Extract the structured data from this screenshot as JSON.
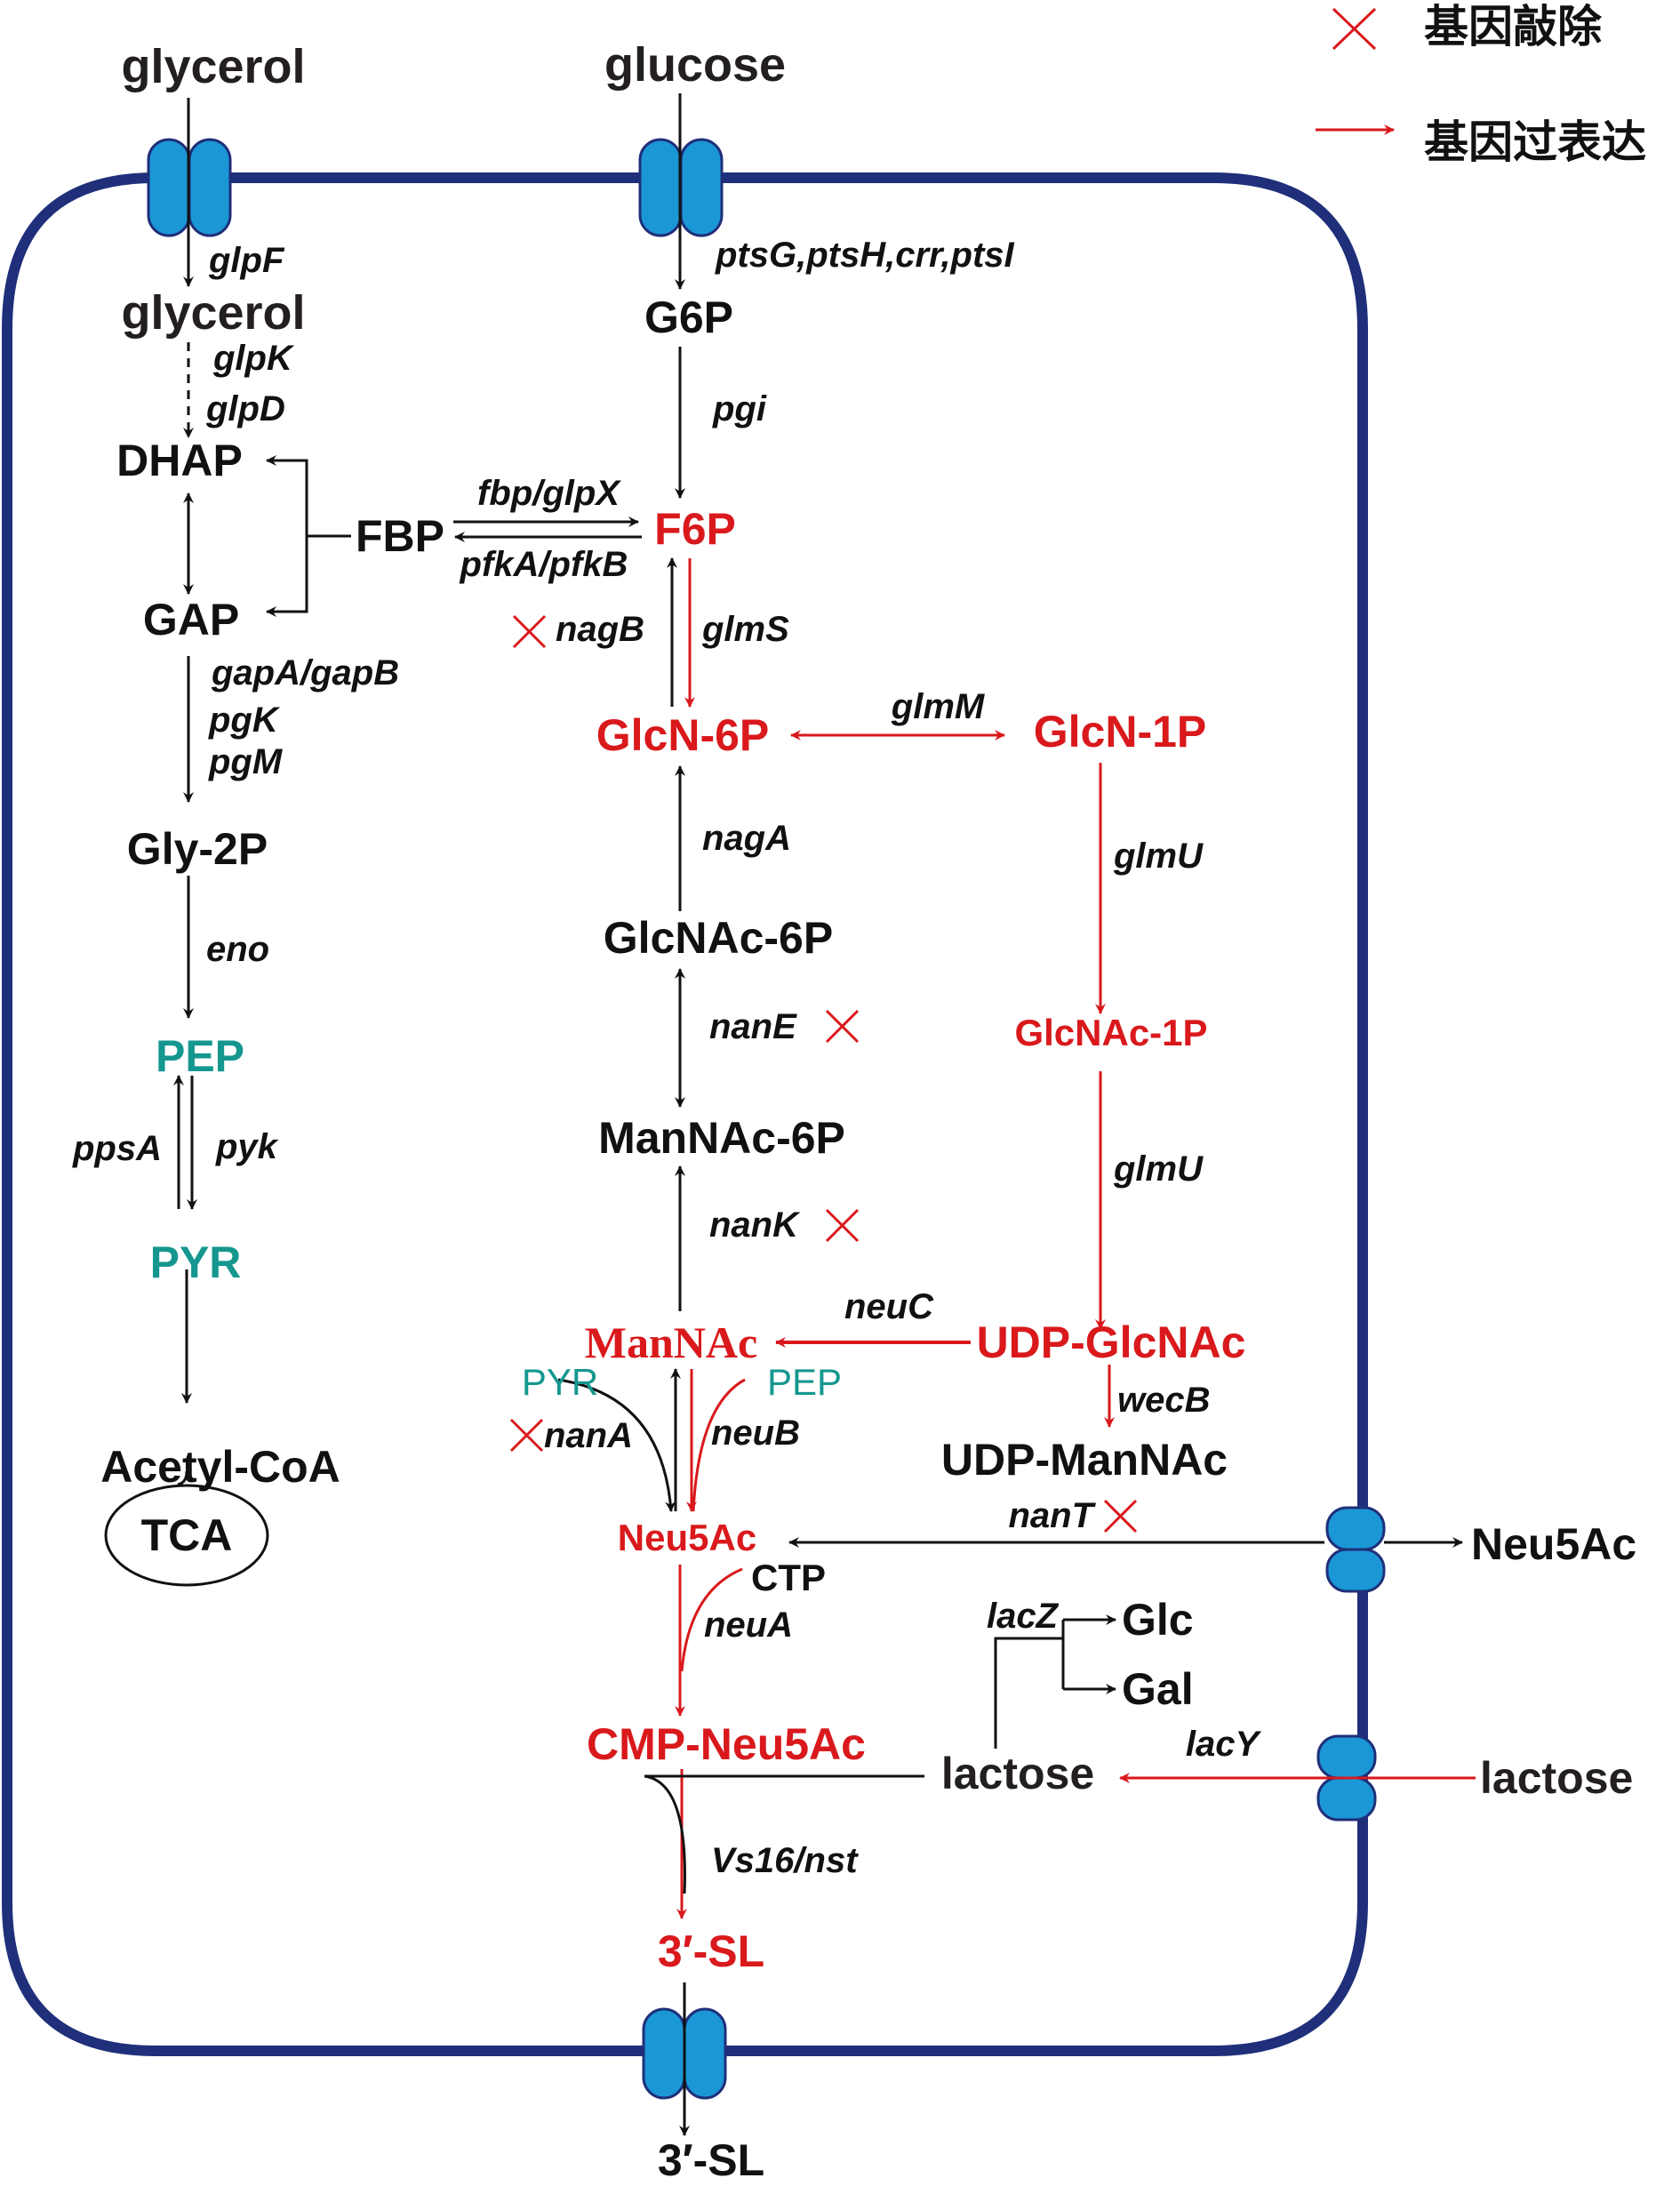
{
  "legend": {
    "knockout_label": "基因敲除",
    "overexpression_label": "基因过表达",
    "knockout_icon": "red-x-icon",
    "overexpression_icon": "red-arrow-icon"
  },
  "colors": {
    "membrane": "#1f2f7a",
    "channel_fill": "#1b97d6",
    "overexpressed": "#d9191c",
    "cofactor": "#15978f",
    "default": "#111111"
  },
  "external": {
    "glycerol": "glycerol",
    "glucose": "glucose",
    "neu5ac_out": "Neu5Ac",
    "lactose_out": "lactose",
    "sl_out": "3′-SL"
  },
  "metabolites": {
    "glycerol_in": "glycerol",
    "g6p": "G6P",
    "dhap": "DHAP",
    "fbp": "FBP",
    "f6p": "F6P",
    "gap": "GAP",
    "glcn6p": "GlcN-6P",
    "glcn1p": "GlcN-1P",
    "gly2p": "Gly-2P",
    "glcnac6p": "GlcNAc-6P",
    "glcnac1p": "GlcNAc-1P",
    "pep": "PEP",
    "mannac6p": "ManNAc-6P",
    "pyr": "PYR",
    "mannac": "ManNAc",
    "udp_glcnac": "UDP-GlcNAc",
    "pyr_side": "PYR",
    "pep_side": "PEP",
    "udp_mannac": "UDP-ManNAc",
    "acetyl_coa": "Acetyl-CoA",
    "neu5ac": "Neu5Ac",
    "tca": "TCA",
    "ctp": "CTP",
    "glc": "Glc",
    "gal": "Gal",
    "cmp_neu5ac": "CMP-Neu5Ac",
    "lactose_in": "lactose",
    "sl_in": "3′-SL"
  },
  "genes": {
    "glpF": "glpF",
    "ptsG": "ptsG,ptsH,crr,ptsI",
    "glpK": "glpK",
    "glpD": "glpD",
    "pgi": "pgi",
    "fbp_glpX": "fbp/glpX",
    "pfkA_pfkB": "pfkA/pfkB",
    "nagB": "nagB",
    "glmS": "glmS",
    "glmM": "glmM",
    "gapA_gapB": "gapA/gapB",
    "pgK": "pgK",
    "pgM": "pgM",
    "nagA": "nagA",
    "glmU_1": "glmU",
    "eno": "eno",
    "nanE": "nanE",
    "ppsA": "ppsA",
    "pyk": "pyk",
    "glmU_2": "glmU",
    "nanK": "nanK",
    "neuC": "neuC",
    "wecB": "wecB",
    "nanA": "nanA",
    "neuB": "neuB",
    "nanT": "nanT",
    "neuA": "neuA",
    "lacZ": "lacZ",
    "lacY": "lacY",
    "vs16_nst": "Vs16/nst"
  },
  "knockouts": [
    "nagB",
    "nanE",
    "nanK",
    "nanA",
    "nanT"
  ],
  "overexpressed": [
    "glmS",
    "glmM",
    "glmU",
    "neuC",
    "neuB",
    "wecB",
    "neuA",
    "lacY",
    "Vs16/nst"
  ]
}
